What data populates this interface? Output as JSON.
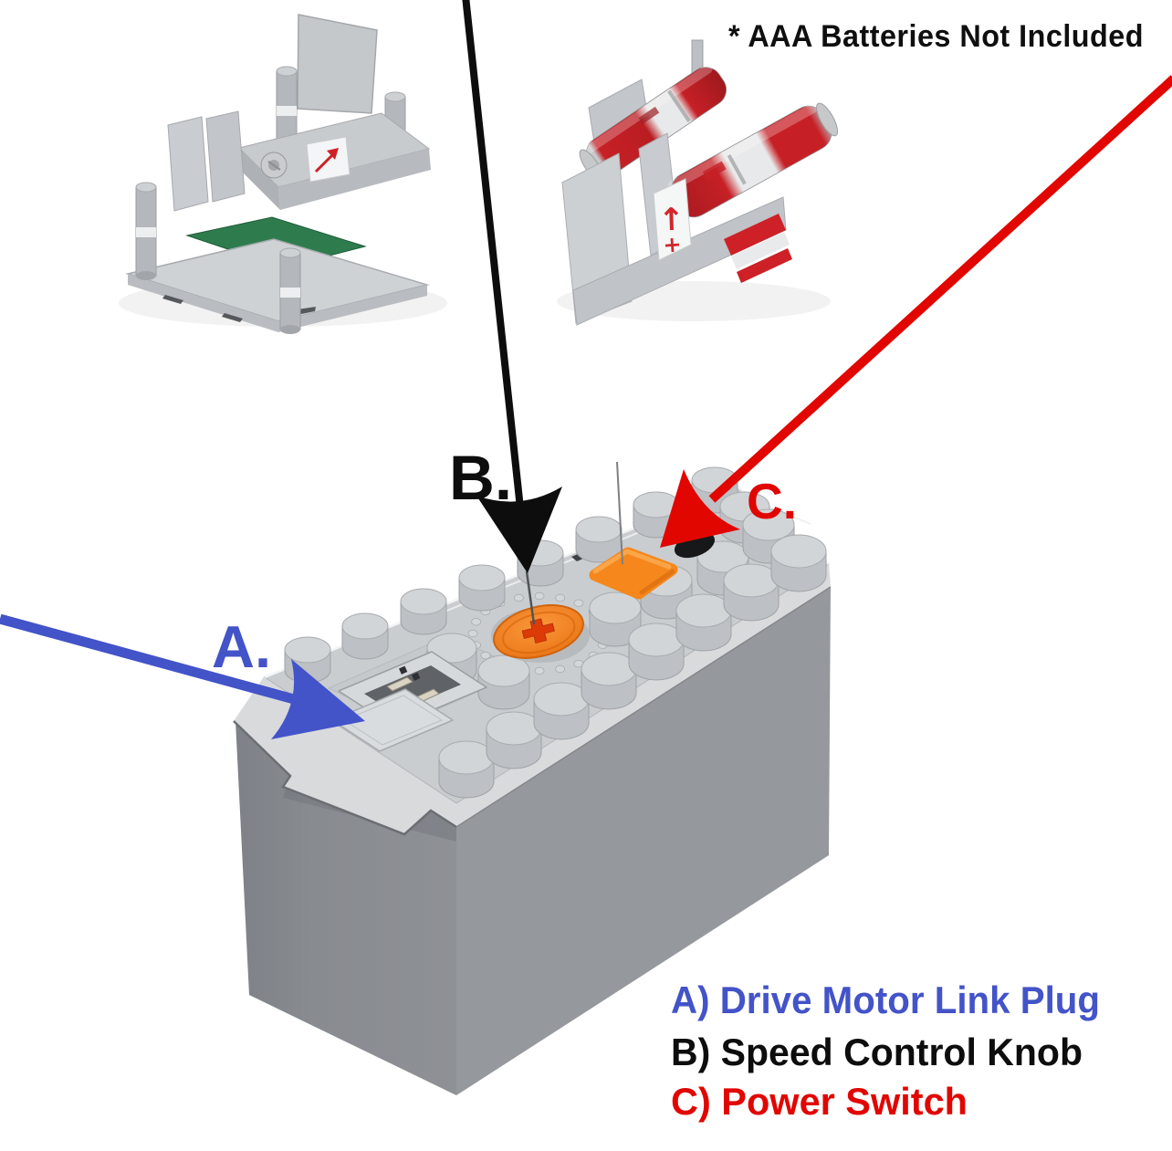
{
  "note": "* AAA Batteries Not Included",
  "callouts": [
    {
      "marker": "A.",
      "legend": "A) Drive Motor Link Plug",
      "color": "#4353c8",
      "part": "drive-motor-link-plug"
    },
    {
      "marker": "B.",
      "legend": "B) Speed Control Knob",
      "color": "#0d0d0d",
      "part": "speed-control-knob"
    },
    {
      "marker": "C.",
      "legend": "C) Power Switch",
      "color": "#e10600",
      "part": "power-switch"
    }
  ],
  "battery_tray": {
    "polarity_arrow": "↑",
    "polarity_sign": "+"
  },
  "part_colors": {
    "knob_orange": "#f08122",
    "button_orange": "#f5871c",
    "battery_red": "#c62026"
  }
}
